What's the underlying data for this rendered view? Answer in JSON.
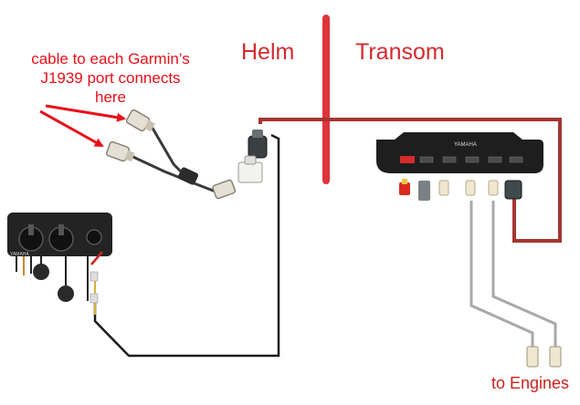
{
  "annotation": {
    "lines": [
      "cable to each Garmin’s",
      "J1939 port connects",
      "here"
    ]
  },
  "sections": {
    "helm": "Helm",
    "transom": "Transom"
  },
  "engines_label": "to Engines",
  "hub_brand": "YAMAHA",
  "panel_brand": "YAMAHA",
  "colors": {
    "annotation_red": "#e8101a",
    "divider_red": "#e0343c",
    "label_red": "#d32b2f",
    "backbone_dark_red": "#a5352f",
    "cable_black": "#1a1a1a",
    "cable_gray": "#a9a9a9"
  }
}
